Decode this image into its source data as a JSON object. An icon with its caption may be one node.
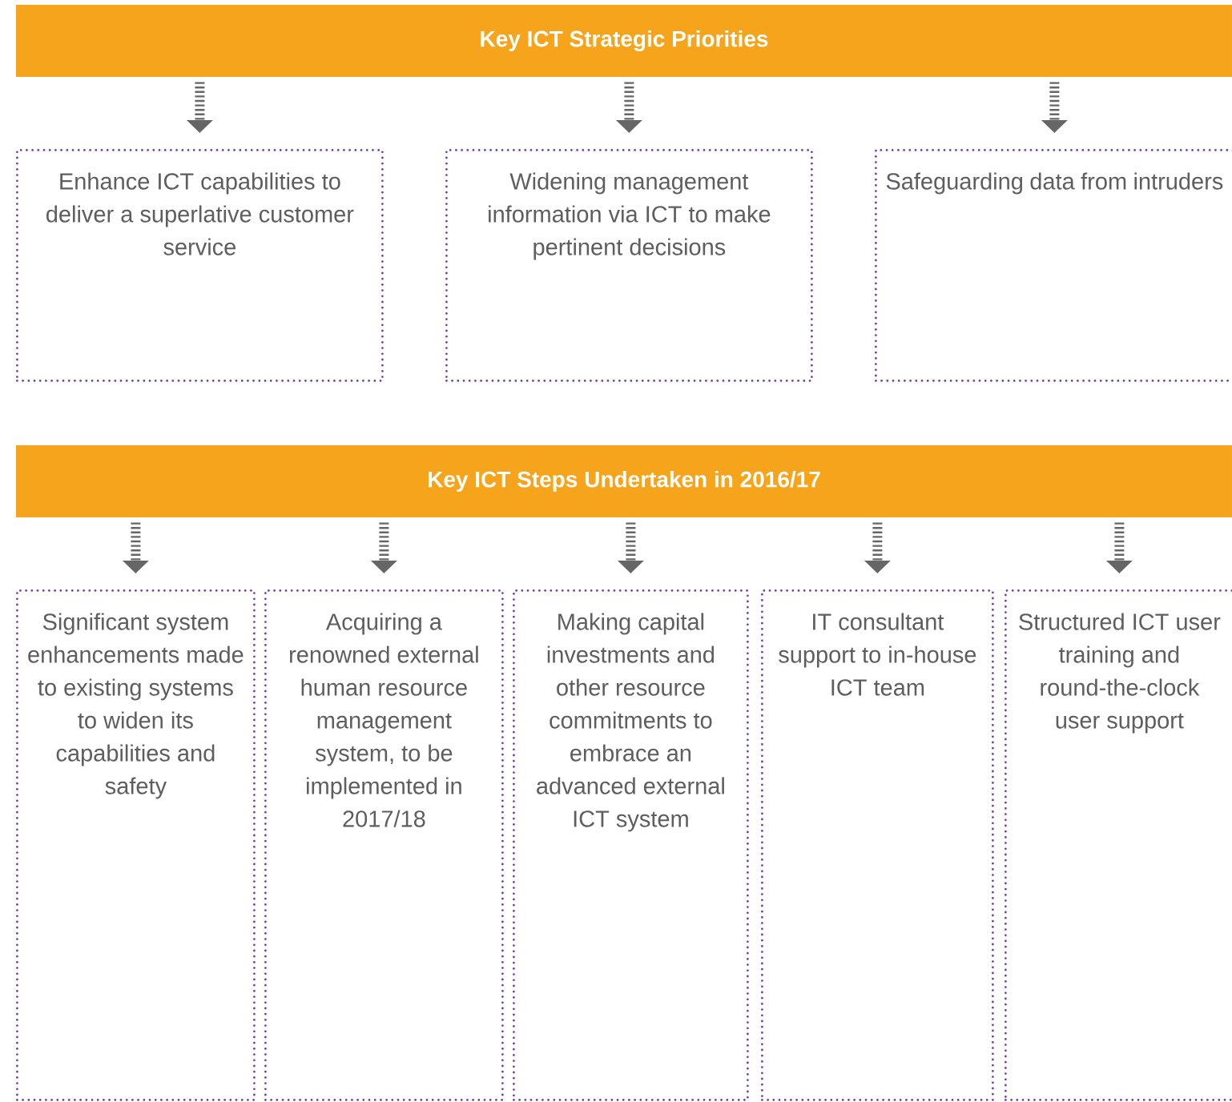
{
  "diagram": {
    "nodes": [
      {
        "text": [
          "Key ICT Strategic Priorities"
        ]
      },
      {
        "text": [
          "Enhance ICT capabilities to deliver a superlative customer service"
        ]
      },
      {
        "text": [
          "Widening management information via ICT to make pertinent decisions"
        ]
      },
      {
        "text": [
          "Safeguarding data from intruders"
        ]
      },
      {
        "text": [
          "Key ICT Steps Undertaken in 2016/17"
        ]
      },
      {
        "text": [
          "Significant system enhancements made to existing systems to widen its capabilities and safety"
        ]
      },
      {
        "text": [
          "Acquiring a renowned external human resource management system, to be implemented in 2017/18"
        ]
      },
      {
        "text": [
          "Making capital investments and other resource commitments to embrace an advanced external ICT system"
        ]
      },
      {
        "text": [
          "IT consultant support to in-house ICT team"
        ]
      },
      {
        "text": [
          "Structured ICT user training and round-the-clock user support"
        ]
      }
    ],
    "edges": [
      {
        "from": 0,
        "to": 1,
        "arrow": "to"
      },
      {
        "from": 0,
        "to": 2,
        "arrow": "to"
      },
      {
        "from": 0,
        "to": 3,
        "arrow": "to"
      },
      {
        "from": 4,
        "to": 5,
        "arrow": "to"
      },
      {
        "from": 4,
        "to": 6,
        "arrow": "to"
      },
      {
        "from": 4,
        "to": 7,
        "arrow": "to"
      },
      {
        "from": 4,
        "to": 8,
        "arrow": "to"
      },
      {
        "from": 4,
        "to": 9,
        "arrow": "to"
      }
    ]
  }
}
